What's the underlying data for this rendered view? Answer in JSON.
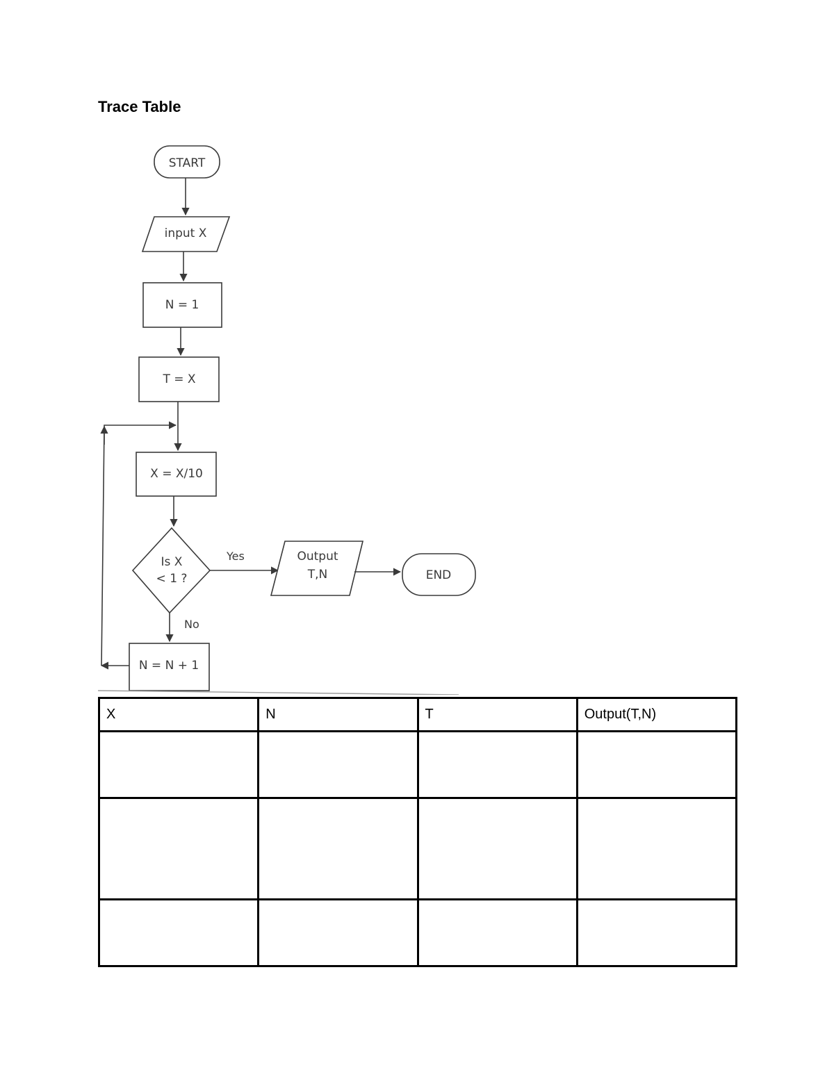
{
  "document": {
    "title": "Trace Table"
  },
  "flowchart": {
    "start": "START",
    "input": "input X",
    "init_n": "N = 1",
    "init_t": "T = X",
    "divide": "X = X/10",
    "decision_line1": "Is X",
    "decision_line2": "< 1 ?",
    "yes_label": "Yes",
    "no_label": "No",
    "output_line1": "Output",
    "output_line2": "T,N",
    "end": "END",
    "increment": "N = N + 1"
  },
  "trace_table": {
    "headers": [
      "X",
      "N",
      "T",
      "Output(T,N)"
    ],
    "rows": [
      [
        "",
        "",
        "",
        ""
      ],
      [
        "",
        "",
        "",
        ""
      ],
      [
        "",
        "",
        "",
        ""
      ]
    ]
  }
}
